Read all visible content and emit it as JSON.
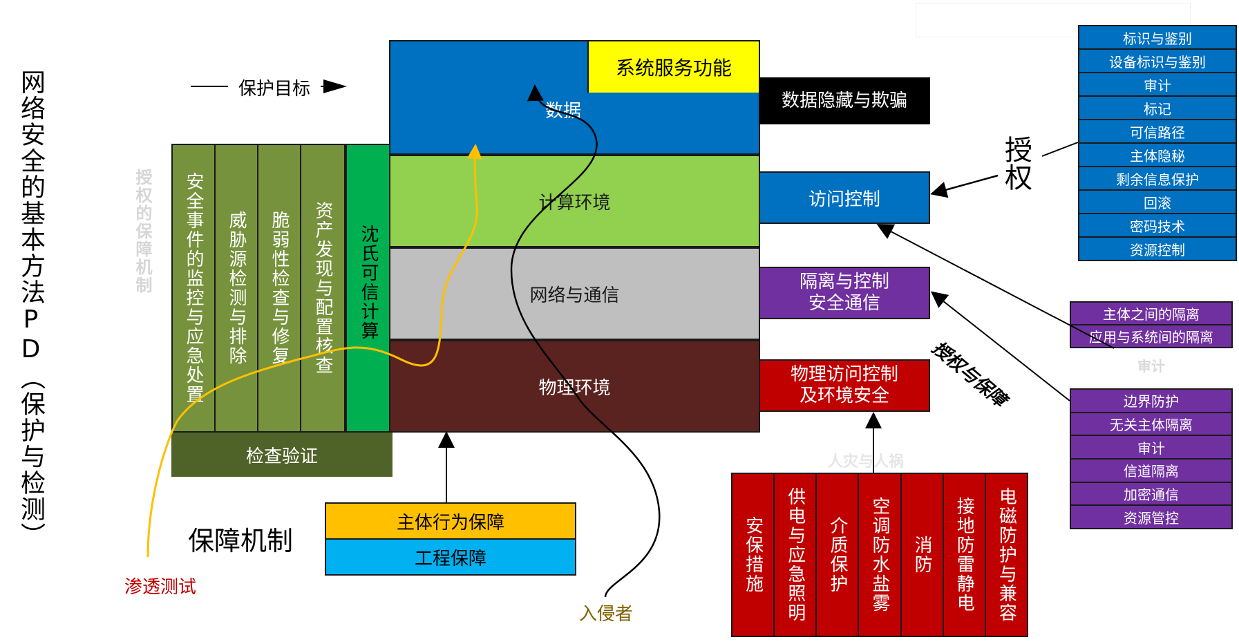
{
  "title_vertical": "网络安全的基本方法PD（保护与检测）",
  "protect_goal": "保护目标",
  "ghost_auth_mech": "授权的保障机制",
  "detect_cols": [
    "安全事件的监控与应急处置",
    "威胁源检测与排除",
    "脆弱性检查与修复",
    "资产发现与配置核查"
  ],
  "trust_col": "沈氏可信计算",
  "check_verify": "检查验证",
  "layers": {
    "service": "系统服务功能",
    "data": "数据",
    "compute": "计算环境",
    "network": "网络与通信",
    "physical": "物理环境"
  },
  "guarantee_title": "保障机制",
  "behavior": "主体行为保障",
  "engineering": "工程保障",
  "pentest": "渗透测试",
  "intruder": "入侵者",
  "mid_boxes": {
    "hide": "数据隐藏与欺骗",
    "access": "访问控制",
    "isolation_1": "隔离与控制",
    "isolation_2": "安全通信",
    "physical_1": "物理访问控制",
    "physical_2": "及环境安全"
  },
  "auth_label": "授权",
  "auth_guarantee": "授权与保障",
  "auth_list": [
    "标识与鉴别",
    "设备标识与鉴别",
    "审计",
    "标记",
    "可信路径",
    "主体隐秘",
    "剩余信息保护",
    "回滚",
    "密码技术",
    "资源控制"
  ],
  "iso_list_a": [
    "主体之间的隔离",
    "应用与系统间的隔离"
  ],
  "ghost_audit": "审计",
  "iso_list_b": [
    "边界防护",
    "无关主体隔离",
    "审计",
    "信道隔离",
    "加密通信",
    "资源管控"
  ],
  "ghost_faceless": "人灾与人祸",
  "phys_cols": [
    "安保措施",
    "供电与应急照明",
    "介质保护",
    "空调防水盐雾",
    "消防",
    "接地防雷静电",
    "电磁防护与兼容"
  ],
  "colors": {
    "blue": "#0070c0",
    "yellow": "#ffff00",
    "green_light": "#92d050",
    "gray": "#bfbfbf",
    "brown": "#5a2320",
    "olive": "#76923c",
    "olive_dark": "#4f6228",
    "green": "#00b050",
    "amber": "#ffc000",
    "cyan": "#00b0f0",
    "purple": "#7030a0",
    "red": "#c00000",
    "black": "#000000"
  }
}
